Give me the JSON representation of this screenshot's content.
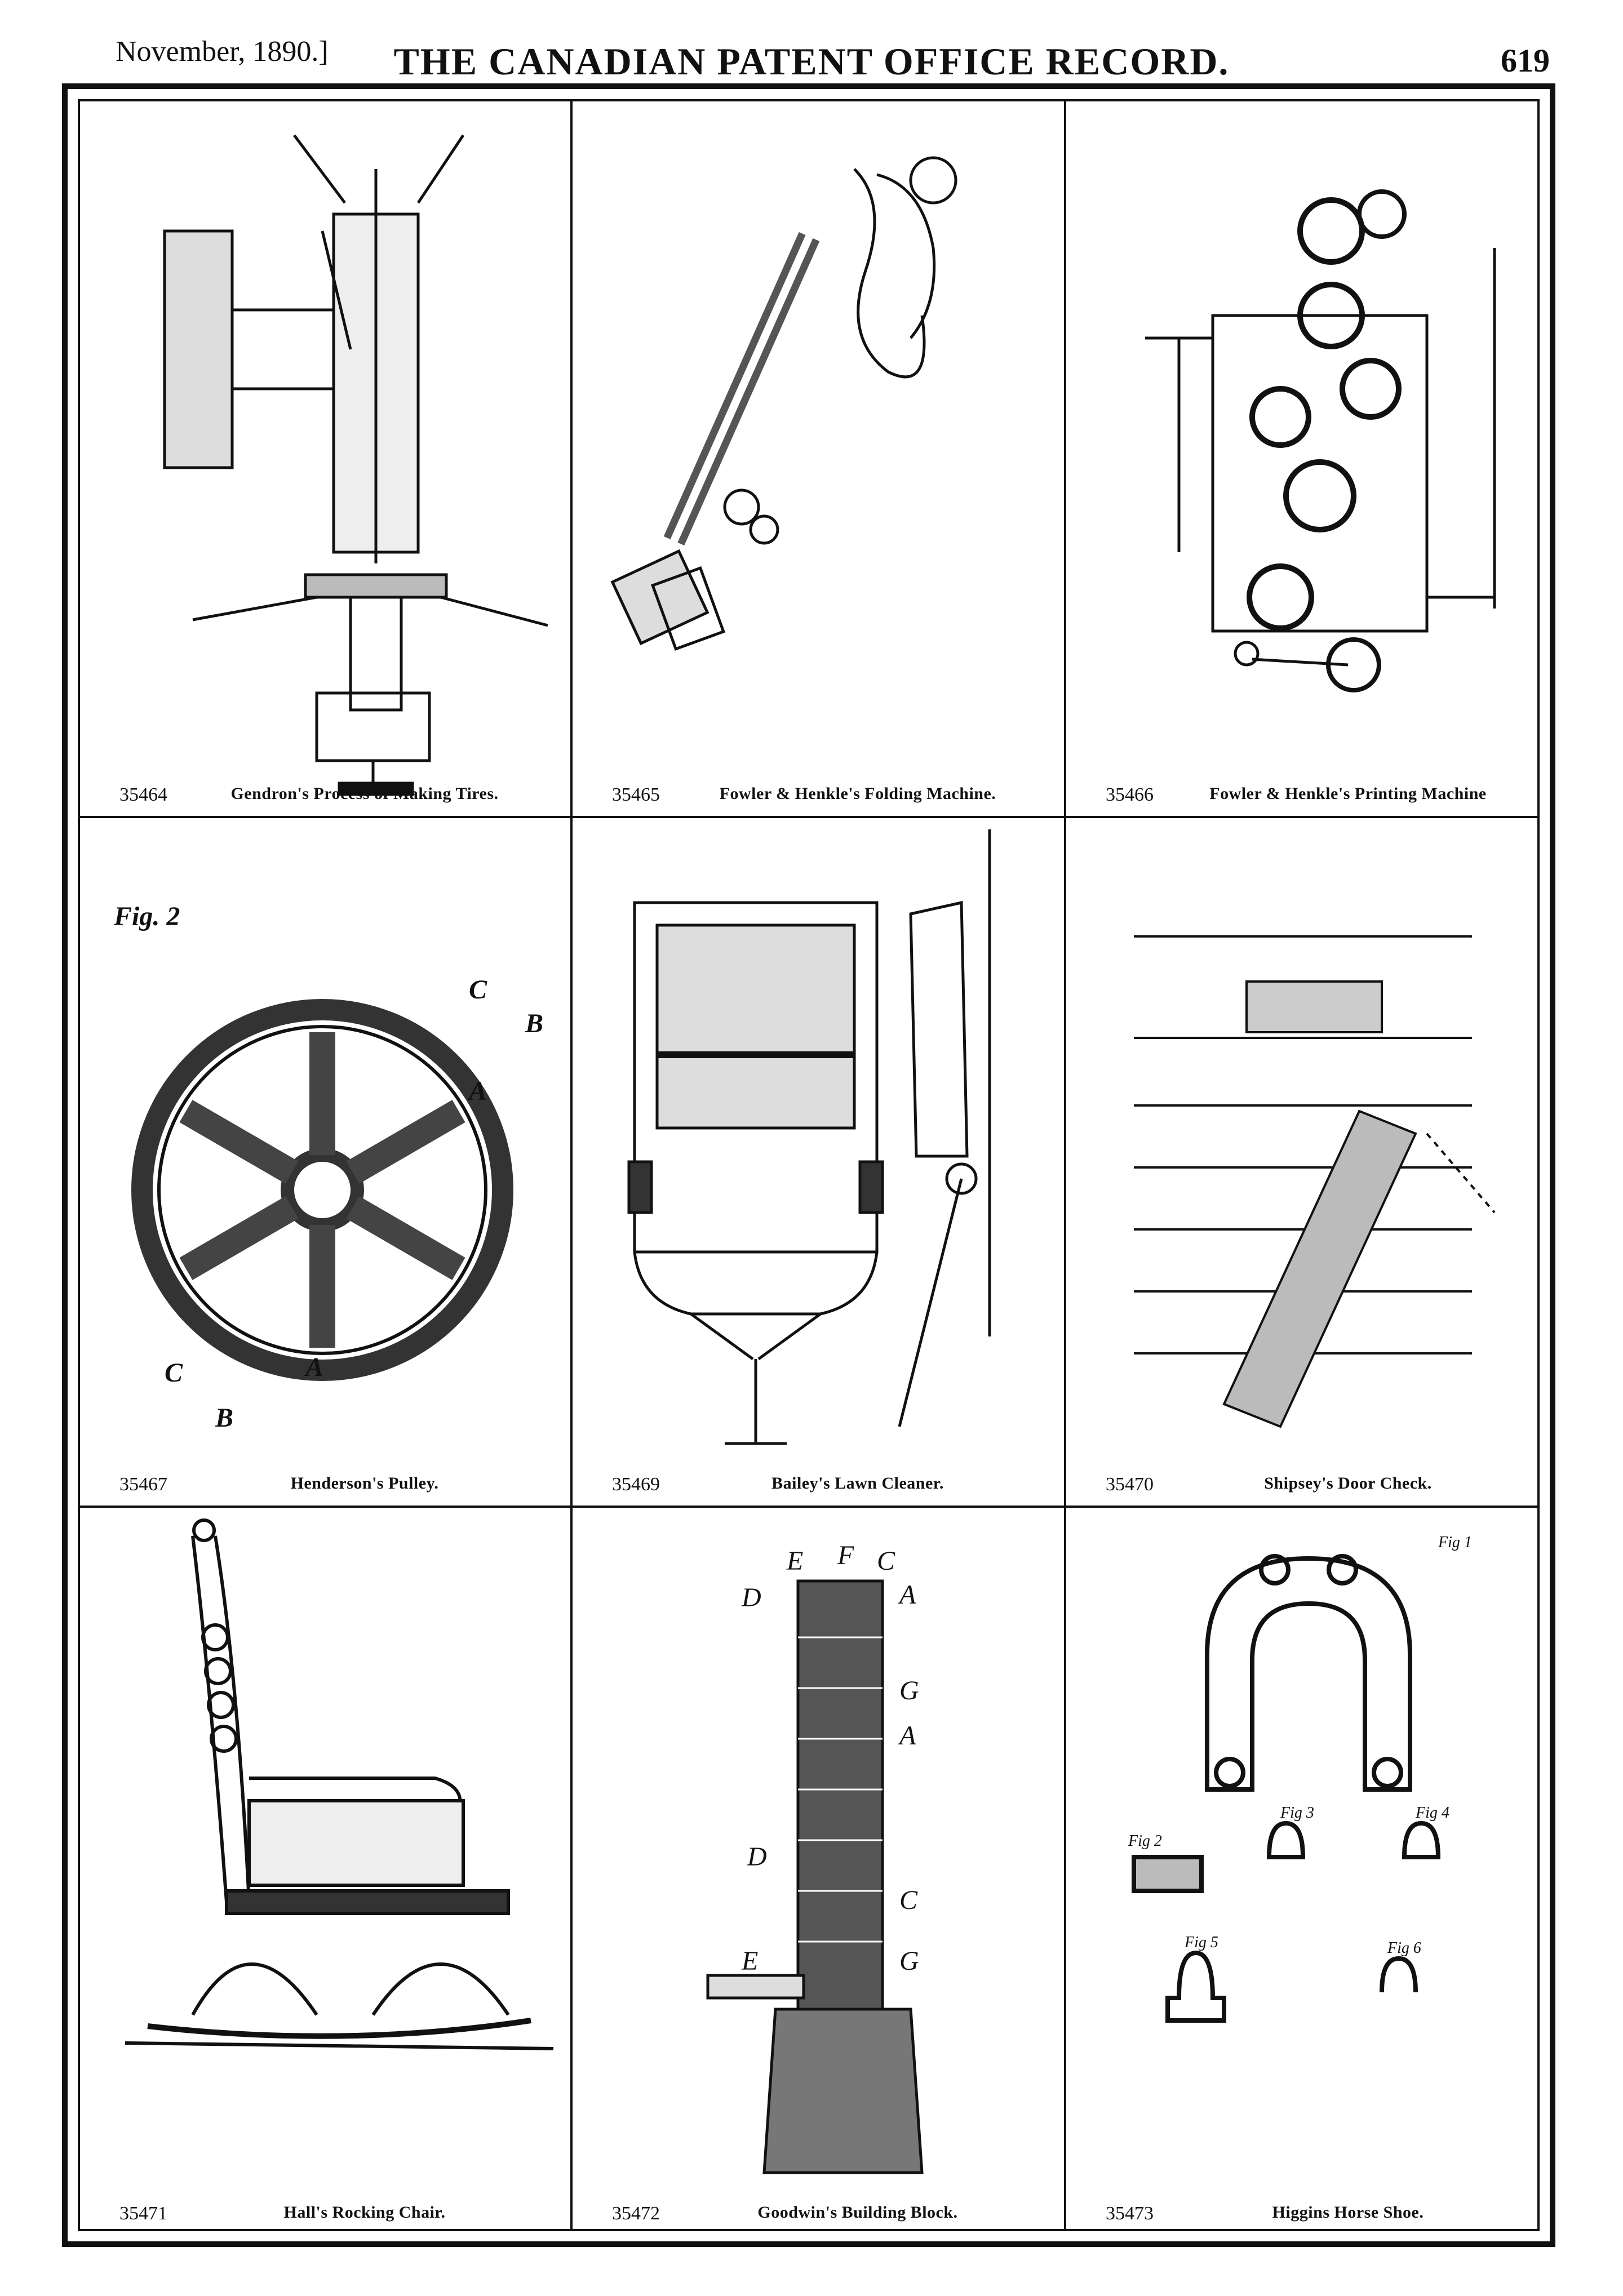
{
  "header": {
    "date": "November, 1890.]",
    "title": "THE CANADIAN PATENT OFFICE RECORD.",
    "page_number": "619"
  },
  "figures": [
    {
      "number": "35464",
      "caption": "Gendron's Process of Making Tires."
    },
    {
      "number": "35465",
      "caption": "Fowler & Henkle's Folding Machine."
    },
    {
      "number": "35466",
      "caption": "Fowler & Henkle's Printing Machine"
    },
    {
      "number": "35467",
      "caption": "Henderson's Pulley."
    },
    {
      "number": "35469",
      "caption": "Bailey's Lawn Cleaner."
    },
    {
      "number": "35470",
      "caption": "Shipsey's Door Check."
    },
    {
      "number": "35471",
      "caption": "Hall's Rocking Chair."
    },
    {
      "number": "35472",
      "caption": "Goodwin's Building Block."
    },
    {
      "number": "35473",
      "caption": "Higgins Horse Shoe."
    }
  ],
  "figure_labels": {
    "pulley_fig": "Fig. 2",
    "pulley_letters": [
      "C",
      "B",
      "A",
      "C",
      "A",
      "B"
    ],
    "block_letters": [
      "E",
      "F",
      "C",
      "D",
      "A",
      "G",
      "A",
      "D",
      "C",
      "E",
      "G"
    ],
    "horseshoe_figs": [
      "Fig 1",
      "Fig 2",
      "Fig 3",
      "Fig 4",
      "Fig 5",
      "Fig 6"
    ]
  }
}
